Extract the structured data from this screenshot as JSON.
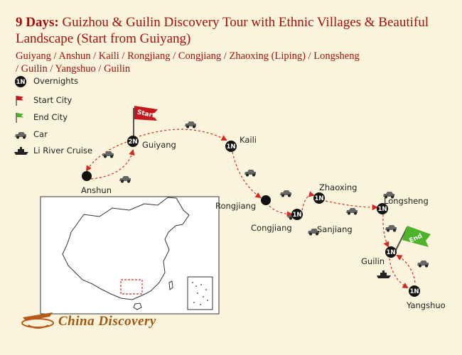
{
  "header": {
    "title_days": "9 Days:",
    "title_text": "Guizhou & Guilin Discovery Tour with Ethnic Villages & Beautiful Landscape (Start from Guiyang)",
    "route_line1": "Guiyang / Anshun / Kaili / Rongjiang / Congjiang / Zhaoxing (Liping) / Longsheng",
    "route_line2": "/ Guilin / Yangshuo / Guilin"
  },
  "legend": {
    "overnights_badge": "1N",
    "overnights": "Overnights",
    "start_city": "Start City",
    "end_city": "End City",
    "car": "Car",
    "cruise": "Li River Cruise"
  },
  "flags": {
    "start": "Start",
    "end": "End"
  },
  "cities": {
    "guiyang": {
      "name": "Guiyang",
      "nights": "2N"
    },
    "anshun": {
      "name": "Anshun"
    },
    "kaili": {
      "name": "Kaili",
      "nights": "1N"
    },
    "rongjiang": {
      "name": "Rongjiang"
    },
    "congjiang": {
      "name": "Congjiang",
      "nights": "1N"
    },
    "zhaoxing": {
      "name": "Zhaoxing",
      "nights": "1N"
    },
    "sanjiang": {
      "name": "Sanjiang"
    },
    "longsheng": {
      "name": "Longsheng",
      "nights": "1N"
    },
    "guilin": {
      "name": "Guilin",
      "nights": "1N"
    },
    "yangshuo": {
      "name": "Yangshuo",
      "nights": "1N"
    }
  },
  "brand": {
    "name": "China Discovery"
  },
  "colors": {
    "route": "#d42a1e",
    "title": "#a50e0e",
    "badge": "#111111",
    "start_flag": "#c8161d",
    "end_flag": "#4fb32a",
    "background": "#fbf4dd"
  }
}
